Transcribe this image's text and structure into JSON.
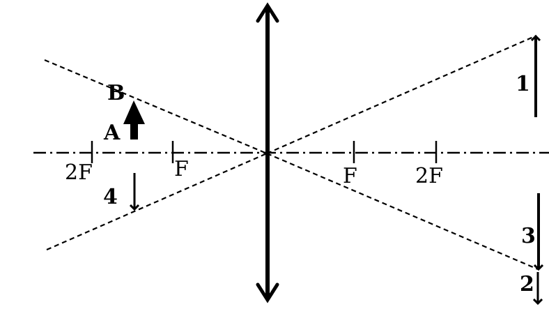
{
  "focal_labels": {
    "left_2f": "2F",
    "left_f": "F",
    "right_f": "F",
    "right_2f": "2F"
  },
  "point_labels": {
    "b": "B",
    "a": "A"
  },
  "arrow_labels": {
    "one": "1",
    "two": "2",
    "three": "3",
    "four": "4"
  },
  "colors": {
    "ink": "#000000",
    "background": "#ffffff"
  }
}
